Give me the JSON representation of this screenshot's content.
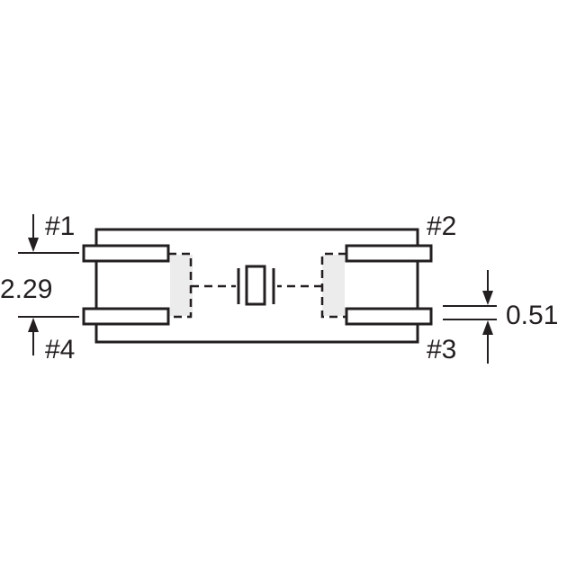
{
  "pins": {
    "pin1": "#1",
    "pin2": "#2",
    "pin3": "#3",
    "pin4": "#4"
  },
  "dimensions": {
    "pitch": "2.29",
    "lead_thickness": "0.51"
  },
  "colors": {
    "line": "#231f20",
    "background": "#ffffff",
    "shade": "#ececec"
  }
}
